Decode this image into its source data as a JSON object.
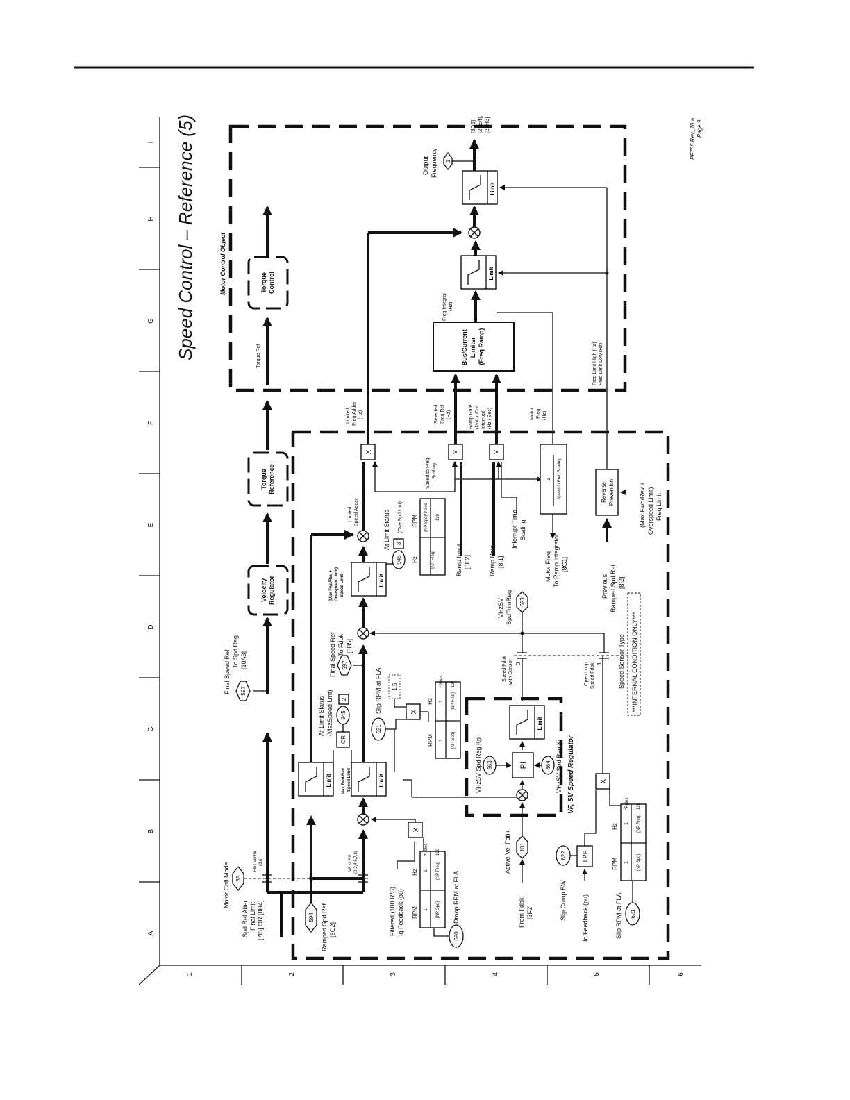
{
  "title": "Speed Control – Reference (5)",
  "revision": {
    "rev": "PF755 Rev_10.a",
    "page": "Page 9"
  },
  "grid": {
    "columns": [
      "I",
      "H",
      "G",
      "F",
      "E",
      "D",
      "C",
      "B",
      "A"
    ],
    "rows": [
      "1",
      "2",
      "3",
      "4",
      "5",
      "6"
    ]
  },
  "regions": {
    "motor_control_object": "Motor Control Object",
    "vf_sv_regulator": "VF, SV Speed Regulator"
  },
  "labels": {
    "torque_ref": "Torque Ref",
    "torque_control": [
      "Torque",
      "Control"
    ],
    "torque_reference": [
      "Torque",
      "Reference"
    ],
    "velocity_regulator": [
      "Velocity",
      "Regulator"
    ],
    "final_speed_ref_to_spd_reg": [
      "Final Speed Ref",
      "To Spd Reg",
      "[10A3]"
    ],
    "motor_cntl_mode": "Motor Cntl Mode",
    "flux_vector": [
      "Flux Vector",
      "(3,6)"
    ],
    "vf_or_sv": [
      "VF or SV",
      "(0-2,4,5,7,8)"
    ],
    "spd_ref_after_final_limit": [
      "Spd Ref After",
      "Final Limit",
      "[7I5] OR [8H4]"
    ],
    "ramped_spd_ref": [
      "Ramped Spd Ref",
      "[8G2]"
    ],
    "filtered_iq": [
      "Filtered (100 R/S)",
      "Iq Feedback (pu)"
    ],
    "droop_rpm_at_fla": "Droop RPM at FLA",
    "max_fwd_rev_speed_limit_1": [
      "Max Fwd/Rev",
      "Speed Limit"
    ],
    "max_fwd_rev_speed_limit_2": [
      "Max Fwd/Rev",
      "Speed Limit"
    ],
    "or_gate": "OR",
    "at_limit_status_max": [
      "At Limit Status",
      "(MaxSpeed Lmt)"
    ],
    "status_bit_2": "2",
    "slip_rpm_at_fla": "Slip RPM at FLA",
    "slip_constant": "1.5",
    "final_speed_ref_to_fdbk": [
      "Final Speed Ref",
      "To Fdbk",
      "[3B5]"
    ],
    "limit": "Limit",
    "max_fwd_rev_overspeed": [
      "(Max Fwd/Rev +",
      "Overspeed Limit)",
      "Speed Limit"
    ],
    "at_limit_status_overspd": [
      "At Limit Status",
      "(OverSpd Lmt)"
    ],
    "status_bit_3": "3",
    "limited_speed_adder": [
      "Limited",
      "Speed Adder"
    ],
    "speed_to_freq_scaling": [
      "Speed to Freq",
      "Scaling"
    ],
    "limited_freq_adder": [
      "Limited",
      "Freq Adder",
      "(Hz)"
    ],
    "selected_freq_ref": [
      "Selected",
      "Freq Ref",
      "(Hz)"
    ],
    "ramp_rate_motor_cntl": [
      "Ramp Rate",
      "(Motor Cntl",
      "Interrupt)",
      "(Hz / Sec)"
    ],
    "motor_freq": [
      "Motor",
      "Freq",
      "(Hz)"
    ],
    "bus_current_limiter": [
      "Bus/Current",
      "Limiter",
      "(Freq Ramp)"
    ],
    "freq_integral": [
      "Freq Integral",
      "(Hz)"
    ],
    "freq_limit": [
      "Freq Limit High (Hz)",
      "Freq Limit Low (Hz)"
    ],
    "output_frequency": [
      "Output",
      "Frequency"
    ],
    "output_refs": [
      "[3D5],",
      "[27E4],",
      "[27H3]"
    ],
    "ramp_input": [
      "Ramp Input",
      "[8E2]"
    ],
    "ramp_rate": [
      "Ramp Rate",
      "[8I1]"
    ],
    "interrupt_time_scaling": [
      "Interrupt Time",
      "Scaling"
    ],
    "motor_freq_to_ramp": [
      "Motor Freq",
      "To Ramp Integrator",
      "[8G1]"
    ],
    "speed_to_freq_scaling_box": [
      "1",
      "Speed to Freq Scaling"
    ],
    "reverse_prevention": [
      "Reverse",
      "Prevention"
    ],
    "previous_ramped_spd_ref": [
      "Previous",
      "Ramped Spd Ref",
      "[8I2]"
    ],
    "max_fwd_rev_freq_limit": [
      "(Max Fwd/Rev +",
      "Overspeed Limit)",
      "Freq Limit"
    ],
    "vhzsv_spdtrimreg": [
      "VHzSV",
      "SpdTrimReg"
    ],
    "speed_fdbk_with_sensor": [
      "Speed Fdbk",
      "with Sensor"
    ],
    "open_loop_speed_fdbk": [
      "Open Loop",
      "Speed Fdbk"
    ],
    "speed_sensor_type": "Speed Sensor Type",
    "internal_condition": "***INTERNAL CONDITION ONLY***",
    "switch_0": "0",
    "switch_1": "1",
    "pi": "PI",
    "vhzsv_spd_reg_kp": "VHzSV Spd Reg Kp",
    "vhzsv_spd_reg_ki": "VHzSV Spd Reg Ki",
    "active_vel_fdbk": "Active Vel Fdbk",
    "from_fdbk": [
      "From Fdbk",
      "[3F2]"
    ],
    "slip_comp_bw": "Slip Comp BW",
    "lpf": "LPF",
    "iq_feedback": "Iq Feedback (pu)",
    "slip_rpm_at_fla_2": "Slip RPM at FLA",
    "rpm": "RPM",
    "hz": "Hz",
    "np_spd": "[NP Spd]",
    "np_freq": "[NP Freq]",
    "np_spd_poles": "[NP Spd]*Poles",
    "poles": "*Poles",
    "one": "1",
    "one_twenty": "120",
    "multiply": "X"
  },
  "params": {
    "p597": "597",
    "p35": "35",
    "p594": "594",
    "p620": "620",
    "p945": "945",
    "p621": "621",
    "p663": "663",
    "p664": "664",
    "p131": "131",
    "p622": "622",
    "p623": "623",
    "p1": "1"
  }
}
